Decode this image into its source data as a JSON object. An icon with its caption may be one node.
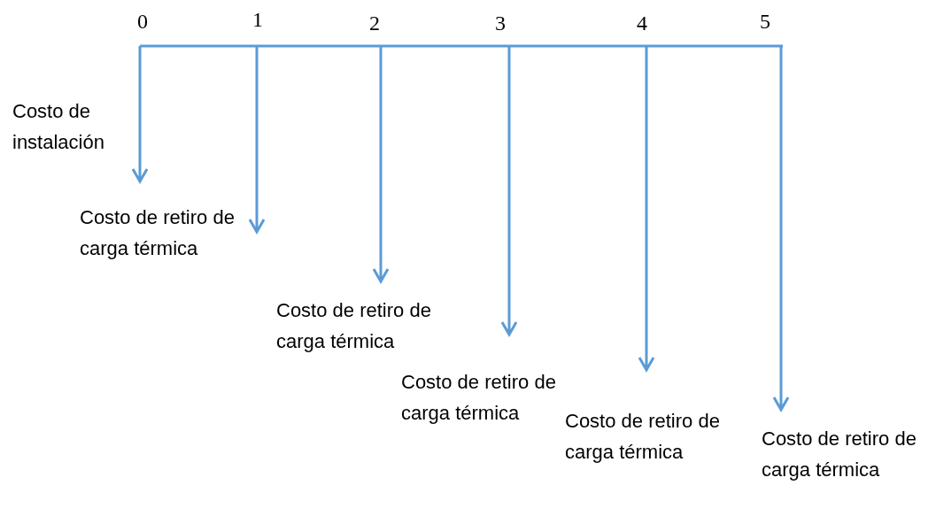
{
  "diagram": {
    "labels": [
      "0",
      "1",
      "2",
      "3",
      "4",
      "5",
      "Costo de instalación",
      "Costo de retiro de carga térmica",
      "Costo de retiro de carga térmica",
      "Costo de retiro de carga térmica",
      "Costo de retiro de carga térmica",
      "Costo de retiro de carga térmica"
    ]
  }
}
